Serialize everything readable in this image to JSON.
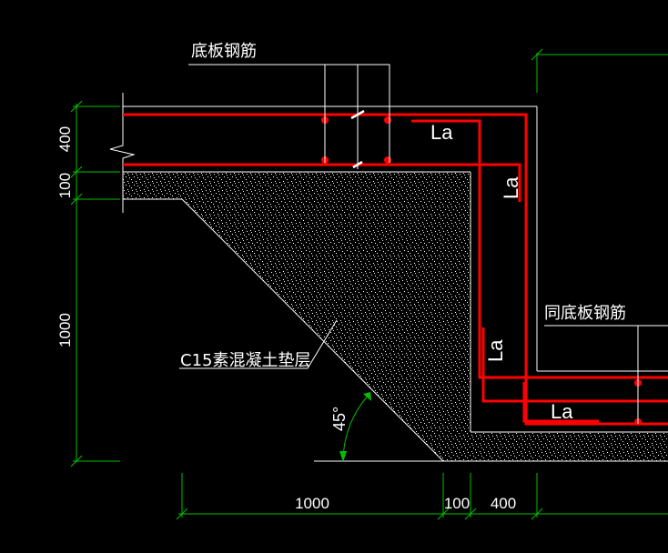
{
  "labels": {
    "bottom_slab_rebar": "底板钢筋",
    "same_slab_rebar": "同底板钢筋",
    "concrete_cushion": "C15素混凝土垫层",
    "anchor_la_1": "La",
    "anchor_la_2": "La",
    "anchor_la_3": "La",
    "anchor_la_4": "La",
    "angle": "45°"
  },
  "dimensions": {
    "left": {
      "d400": "400",
      "d100": "100",
      "d1000": "1000"
    },
    "bottom": {
      "d1000": "1000",
      "d100": "100",
      "d400": "400"
    }
  },
  "colors": {
    "background": "#000000",
    "rebar": "#ff0000",
    "dimension": "#00c000",
    "line": "#ffffff",
    "text": "#ffffff"
  }
}
